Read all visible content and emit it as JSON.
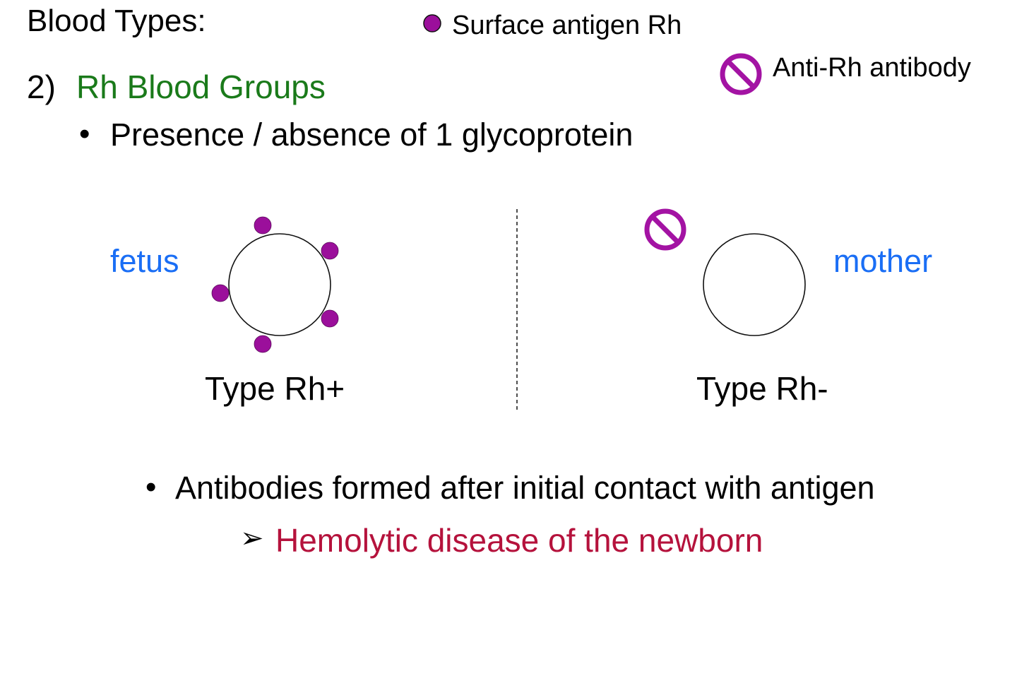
{
  "slide": {
    "title": "Blood Types:",
    "section": {
      "number": "2)",
      "title": "Rh Blood Groups"
    },
    "bullets": [
      "Presence / absence of 1 glycoprotein",
      "Antibodies formed after initial contact with antigen"
    ],
    "sub_bullet": "Hemolytic disease of the newborn",
    "bullet_glyph": "•",
    "arrow_glyph": "➢"
  },
  "legend": {
    "antigen_label": "Surface antigen Rh",
    "antibody_label": "Anti-Rh antibody"
  },
  "cells": {
    "rh_positive": {
      "label": "fetus",
      "caption": "Type Rh+",
      "antigen_count": 5
    },
    "rh_negative": {
      "label": "mother",
      "caption": "Type Rh-",
      "antibody_count": 1
    }
  },
  "colors": {
    "section_title": "#1a7a1a",
    "cell_labels": "#1a6ef5",
    "sub_bullet": "#b5123c",
    "antigen": "#9b0f9b",
    "antibody": "#a313a3"
  },
  "icons": {
    "antigen": "filled-circle",
    "antibody": "prohibition-sign",
    "sub_bullet": "arrowhead-bullet"
  }
}
